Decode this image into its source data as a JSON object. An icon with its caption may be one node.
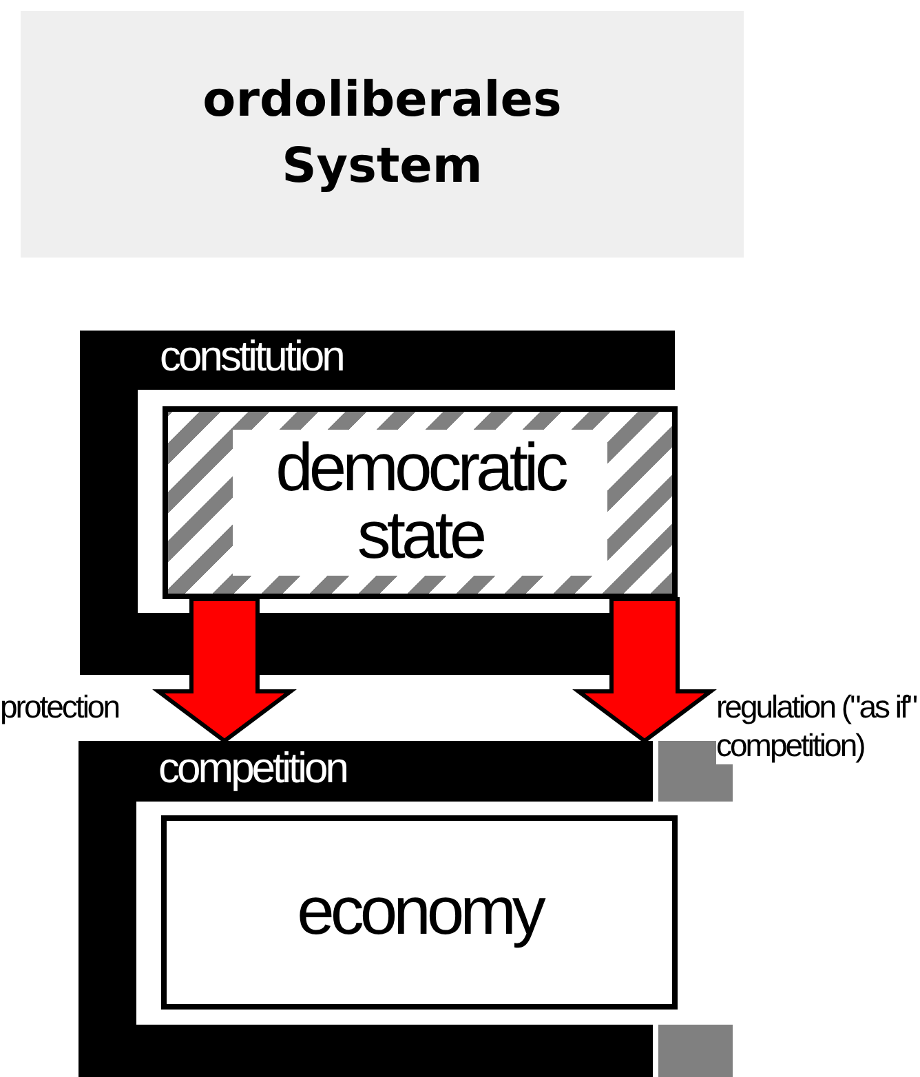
{
  "diagram": {
    "title": "ordoliberales System",
    "nodes": [
      {
        "text": [
          "constitution"
        ]
      },
      {
        "text": [
          "democratic state"
        ],
        "in": 0
      },
      {
        "text": [
          "competition"
        ]
      },
      {
        "text": [
          "economy"
        ],
        "in": 2
      }
    ],
    "edges": [
      {
        "from": 1,
        "to": 2,
        "arrow": "to",
        "label": "protection"
      },
      {
        "from": 1,
        "to": 2,
        "arrow": "to",
        "label": "regulation (\"as if\" competition)"
      }
    ]
  }
}
